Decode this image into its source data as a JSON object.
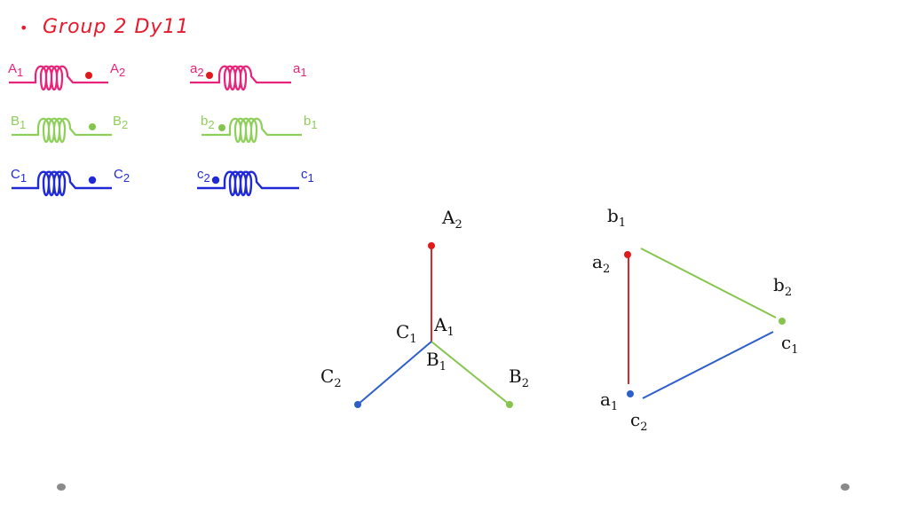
{
  "slide": {
    "bullet": "•",
    "title": "Group 2 Dy11"
  },
  "colors": {
    "phase_a": "#e8237a",
    "phase_b": "#8ecf5a",
    "phase_c": "#1f2ad6",
    "star_a": "#e0282a",
    "star_b": "#86c54d",
    "star_c": "#2d5fc8",
    "dot_a": "#e01a1a",
    "dot_b": "#86c54d",
    "dot_c": "#1f2ad6"
  },
  "windings": {
    "primary": [
      {
        "start": "A",
        "start_sub": "1",
        "end": "A",
        "end_sub": "2"
      },
      {
        "start": "B",
        "start_sub": "1",
        "end": "B",
        "end_sub": "2"
      },
      {
        "start": "C",
        "start_sub": "1",
        "end": "C",
        "end_sub": "2"
      }
    ],
    "secondary": [
      {
        "start": "a",
        "start_sub": "2",
        "end": "a",
        "end_sub": "1"
      },
      {
        "start": "b",
        "start_sub": "2",
        "end": "b",
        "end_sub": "1"
      },
      {
        "start": "c",
        "start_sub": "2",
        "end": "c",
        "end_sub": "1"
      }
    ]
  },
  "star": {
    "a2": {
      "main": "A",
      "sub": "2"
    },
    "a1": {
      "main": "A",
      "sub": "1"
    },
    "b1": {
      "main": "B",
      "sub": "1"
    },
    "c1": {
      "main": "C",
      "sub": "1"
    },
    "b2": {
      "main": "B",
      "sub": "2"
    },
    "c2": {
      "main": "C",
      "sub": "2"
    }
  },
  "delta": {
    "b1": {
      "main": "b",
      "sub": "1"
    },
    "a2": {
      "main": "a",
      "sub": "2"
    },
    "b2": {
      "main": "b",
      "sub": "2"
    },
    "c1": {
      "main": "c",
      "sub": "1"
    },
    "a1": {
      "main": "a",
      "sub": "1"
    },
    "c2": {
      "main": "c",
      "sub": "2"
    }
  }
}
